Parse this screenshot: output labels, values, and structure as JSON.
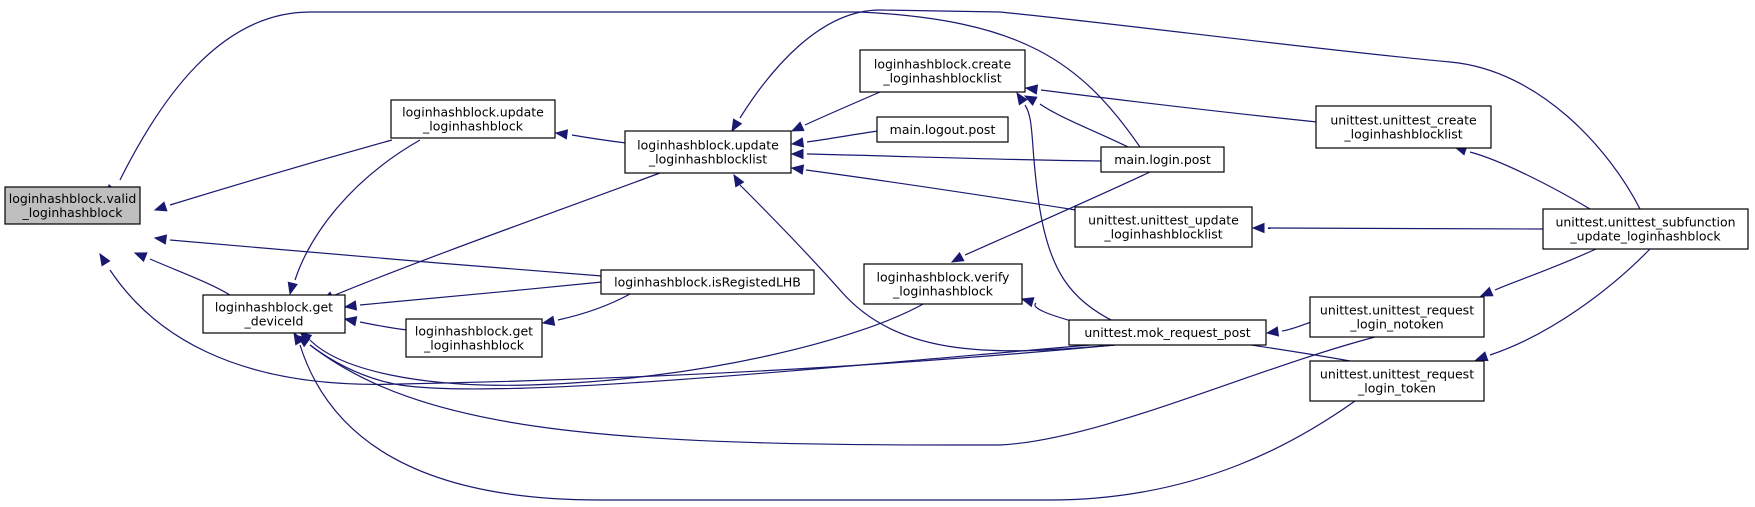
{
  "colors": {
    "edge": "#191970",
    "focus_fill": "#bfbfbf",
    "node_fill": "#ffffff",
    "border": "#000000"
  },
  "nodes": [
    {
      "id": "valid",
      "lines": [
        "loginhashblock.valid",
        "_loginhashblock"
      ],
      "focus": true
    },
    {
      "id": "getdev",
      "lines": [
        "loginhashblock.get",
        "_deviceId"
      ]
    },
    {
      "id": "updlhb",
      "lines": [
        "loginhashblock.update",
        "_loginhashblock"
      ]
    },
    {
      "id": "getlhb",
      "lines": [
        "loginhashblock.get",
        "_loginhashblock"
      ]
    },
    {
      "id": "updlist",
      "lines": [
        "loginhashblock.update",
        "_loginhashblocklist"
      ]
    },
    {
      "id": "isreg",
      "lines": [
        "loginhashblock.isRegistedLHB"
      ]
    },
    {
      "id": "create",
      "lines": [
        "loginhashblock.create",
        "_loginhashblocklist"
      ]
    },
    {
      "id": "logout",
      "lines": [
        "main.logout.post"
      ]
    },
    {
      "id": "verify",
      "lines": [
        "loginhashblock.verify",
        "_loginhashblock"
      ]
    },
    {
      "id": "login",
      "lines": [
        "main.login.post"
      ]
    },
    {
      "id": "ut_upd",
      "lines": [
        "unittest.unittest_update",
        "_loginhashblocklist"
      ]
    },
    {
      "id": "mok",
      "lines": [
        "unittest.mok_request_post"
      ]
    },
    {
      "id": "ut_create",
      "lines": [
        "unittest.unittest_create",
        "_loginhashblocklist"
      ]
    },
    {
      "id": "ut_notoken",
      "lines": [
        "unittest.unittest_request",
        "_login_notoken"
      ]
    },
    {
      "id": "ut_token",
      "lines": [
        "unittest.unittest_request",
        "_login_token"
      ]
    },
    {
      "id": "ut_sub",
      "lines": [
        "unittest.unittest_subfunction",
        "_update_loginhashblock"
      ]
    }
  ],
  "edges": [
    {
      "from": "getdev",
      "to": "valid"
    },
    {
      "from": "updlhb",
      "to": "valid"
    },
    {
      "from": "isreg",
      "to": "valid"
    },
    {
      "from": "login",
      "to": "valid"
    },
    {
      "from": "mok",
      "to": "valid"
    },
    {
      "from": "updlhb",
      "to": "getdev"
    },
    {
      "from": "updlist",
      "to": "getdev"
    },
    {
      "from": "isreg",
      "to": "getdev"
    },
    {
      "from": "getlhb",
      "to": "getdev"
    },
    {
      "from": "verify",
      "to": "getdev"
    },
    {
      "from": "mok",
      "to": "getdev"
    },
    {
      "from": "ut_notoken",
      "to": "getdev"
    },
    {
      "from": "ut_token",
      "to": "getdev"
    },
    {
      "from": "updlist",
      "to": "updlhb"
    },
    {
      "from": "isreg",
      "to": "getlhb"
    },
    {
      "from": "create",
      "to": "updlist"
    },
    {
      "from": "logout",
      "to": "updlist"
    },
    {
      "from": "login",
      "to": "updlist"
    },
    {
      "from": "ut_upd",
      "to": "updlist"
    },
    {
      "from": "ut_sub",
      "to": "updlist"
    },
    {
      "from": "mok",
      "to": "updlist"
    },
    {
      "from": "login",
      "to": "create"
    },
    {
      "from": "mok",
      "to": "create"
    },
    {
      "from": "ut_create",
      "to": "create"
    },
    {
      "from": "login",
      "to": "verify"
    },
    {
      "from": "mok",
      "to": "verify"
    },
    {
      "from": "ut_notoken",
      "to": "mok"
    },
    {
      "from": "ut_token",
      "to": "mok"
    },
    {
      "from": "ut_sub",
      "to": "ut_create"
    },
    {
      "from": "ut_sub",
      "to": "ut_upd"
    },
    {
      "from": "ut_sub",
      "to": "ut_notoken"
    },
    {
      "from": "ut_sub",
      "to": "ut_token"
    }
  ]
}
